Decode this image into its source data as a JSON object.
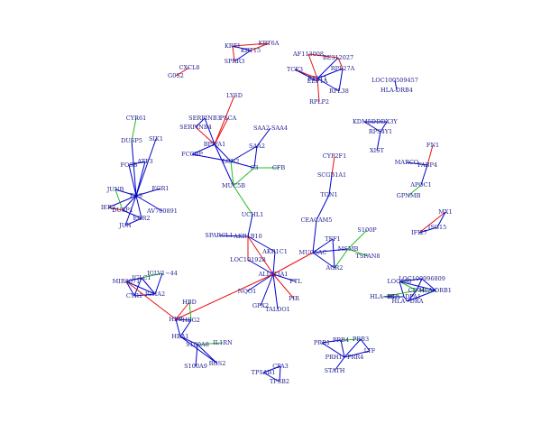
{
  "colors": {
    "blue": "#0000cc",
    "red": "#e81010",
    "green": "#22bb22",
    "label": "#1a1a8c"
  },
  "nodes": [
    {
      "id": "KRT1",
      "label": "KRT1"
    },
    {
      "id": "KRT6A",
      "label": "KRT6A"
    },
    {
      "id": "KRT15",
      "label": "KRT15"
    },
    {
      "id": "SPRR3",
      "label": "SPRR3"
    },
    {
      "id": "CXCL8",
      "label": "CXCL8"
    },
    {
      "id": "G0S2",
      "label": "G0S2"
    },
    {
      "id": "AF113008",
      "label": "AF113008"
    },
    {
      "id": "BE312027",
      "label": "BE312027"
    },
    {
      "id": "TCF3",
      "label": "TCF3"
    },
    {
      "id": "RPL27A",
      "label": "RPL27A"
    },
    {
      "id": "RPL11",
      "label": "RPL11"
    },
    {
      "id": "EEF1A",
      "label": "EEF1A"
    },
    {
      "id": "RPL38",
      "label": "RPL38"
    },
    {
      "id": "RPLP2",
      "label": "RPLP2"
    },
    {
      "id": "LOC100509457",
      "label": "LOC100509457"
    },
    {
      "id": "HLA-DRB4",
      "label": "HLA-DRB4"
    },
    {
      "id": "LYSD",
      "label": "LYSD"
    },
    {
      "id": "SERPINB3",
      "label": "SERPINB3"
    },
    {
      "id": "PSCA",
      "label": "PSCA"
    },
    {
      "id": "SERPINB4",
      "label": "SERPINB4"
    },
    {
      "id": "BPIFA1",
      "label": "BPIFA1"
    },
    {
      "id": "FCGBP",
      "label": "FCGBP"
    },
    {
      "id": "LCN2",
      "label": "LCN2"
    },
    {
      "id": "SAA2",
      "label": "SAA2"
    },
    {
      "id": "SAA2-SAA4",
      "label": "SAA2  SAA4"
    },
    {
      "id": "C3",
      "label": "C3"
    },
    {
      "id": "CFB",
      "label": "CFB"
    },
    {
      "id": "MUC5B",
      "label": "MUC5B"
    },
    {
      "id": "CYR61",
      "label": "CYR61"
    },
    {
      "id": "DUSP5",
      "label": "DUSP5"
    },
    {
      "id": "SIK1",
      "label": "SIK1"
    },
    {
      "id": "FOSB",
      "label": "FOSB"
    },
    {
      "id": "ATF3",
      "label": "ATF3"
    },
    {
      "id": "JUNB",
      "label": "JUNB"
    },
    {
      "id": "FOS",
      "label": "FOS"
    },
    {
      "id": "EGR1",
      "label": "EGR1"
    },
    {
      "id": "IER2",
      "label": "IER2"
    },
    {
      "id": "DUSP1",
      "label": "DUSP1"
    },
    {
      "id": "AV700891",
      "label": "AV700891"
    },
    {
      "id": "EGR2",
      "label": "EGR2"
    },
    {
      "id": "JUN",
      "label": "JUN"
    },
    {
      "id": "KDM5D",
      "label": "KDM5D"
    },
    {
      "id": "DDX3Y",
      "label": "DDX3Y"
    },
    {
      "id": "RPS4Y1",
      "label": "RPS4Y1"
    },
    {
      "id": "XIST",
      "label": "XIST"
    },
    {
      "id": "CYP2F1",
      "label": "CYP2F1"
    },
    {
      "id": "SCGB1A1",
      "label": "SCGB1A1"
    },
    {
      "id": "TGN1",
      "label": "TGN1"
    },
    {
      "id": "CEACAM5",
      "label": "CEACAM5"
    },
    {
      "id": "FN1",
      "label": "FN1"
    },
    {
      "id": "MARCO",
      "label": "MARCO"
    },
    {
      "id": "FABP4",
      "label": "FABP4"
    },
    {
      "id": "APOC1",
      "label": "APOC1"
    },
    {
      "id": "GPNMB",
      "label": "GPNMB"
    },
    {
      "id": "UCHL1",
      "label": "UCHL1"
    },
    {
      "id": "SPARCL1",
      "label": "SPARCL1"
    },
    {
      "id": "AKR1B10",
      "label": "AKR1B10"
    },
    {
      "id": "AKR1C1",
      "label": "AKR1C1"
    },
    {
      "id": "LOC101928",
      "label": "LOC101928"
    },
    {
      "id": "ALDH3A1",
      "label": "ALDH3A1"
    },
    {
      "id": "NQO1",
      "label": "NQO1"
    },
    {
      "id": "GPX2",
      "label": "GPX2"
    },
    {
      "id": "TALDO1",
      "label": "TALDO1"
    },
    {
      "id": "PIR",
      "label": "PIR"
    },
    {
      "id": "FTL",
      "label": "FTL"
    },
    {
      "id": "TFF1",
      "label": "TFF1"
    },
    {
      "id": "S100P",
      "label": "S100P"
    },
    {
      "id": "MUC5AC",
      "label": "MUC5AC"
    },
    {
      "id": "MSMB",
      "label": "MSMB"
    },
    {
      "id": "TSPAN8",
      "label": "TSPAN8"
    },
    {
      "id": "AGR2",
      "label": "AGR2"
    },
    {
      "id": "MX1",
      "label": "MX1"
    },
    {
      "id": "IFI27",
      "label": "IFI27"
    },
    {
      "id": "ISG15",
      "label": "ISG15"
    },
    {
      "id": "MIR8071",
      "label": "MIR8071"
    },
    {
      "id": "IGLC1",
      "label": "IGLC1"
    },
    {
      "id": "IGLV1-44",
      "label": "IGLV1−44"
    },
    {
      "id": "CYR1",
      "label": "CYR1"
    },
    {
      "id": "IGHA2",
      "label": "IGHA2"
    },
    {
      "id": "HBD",
      "label": "HBD"
    },
    {
      "id": "HBB",
      "label": "HBB"
    },
    {
      "id": "HBG2",
      "label": "HBG2"
    },
    {
      "id": "HBA1",
      "label": "HBA1"
    },
    {
      "id": "S100A8",
      "label": "S100A8"
    },
    {
      "id": "IL1RN",
      "label": "IL1RN"
    },
    {
      "id": "RGS2",
      "label": "RGS2"
    },
    {
      "id": "S100A9",
      "label": "S100A9"
    },
    {
      "id": "LOC100996809",
      "label": "LOC100996809"
    },
    {
      "id": "LOC100",
      "label": "LOC100"
    },
    {
      "id": "HLA-DRB1",
      "label": "HLA-DRB1"
    },
    {
      "id": "CD74",
      "label": "CD74"
    },
    {
      "id": "HLA-DPA1",
      "label": "HLA−DPA1"
    },
    {
      "id": "HLA-DRA",
      "label": "HLA−DRA"
    },
    {
      "id": "HLA-DP",
      "label": "HLA−DP"
    },
    {
      "id": "PRB4",
      "label": "PRB4"
    },
    {
      "id": "PRB3",
      "label": "PRB3"
    },
    {
      "id": "PRB1",
      "label": "PRB1"
    },
    {
      "id": "PRH1-PRR4",
      "label": "PRH1−PRR4"
    },
    {
      "id": "LTF",
      "label": "LTF"
    },
    {
      "id": "STATH",
      "label": "STATH"
    },
    {
      "id": "CPA3",
      "label": "CPA3"
    },
    {
      "id": "TPSAB1",
      "label": "TPSAB1"
    },
    {
      "id": "TPSB2",
      "label": "TPSB2"
    }
  ],
  "edges": [
    [
      "KRT1",
      "KRT6A",
      "red"
    ],
    [
      "KRT1",
      "KRT15",
      "blue"
    ],
    [
      "KRT1",
      "SPRR3",
      "red"
    ],
    [
      "KRT6A",
      "KRT15",
      "red"
    ],
    [
      "KRT15",
      "SPRR3",
      "blue"
    ],
    [
      "CXCL8",
      "G0S2",
      "red"
    ],
    [
      "AF113008",
      "RPL11",
      "red"
    ],
    [
      "BE312027",
      "RPL11",
      "blue"
    ],
    [
      "TCF3",
      "RPL11",
      "red"
    ],
    [
      "RPL27A",
      "RPL11",
      "blue"
    ],
    [
      "EEF1A",
      "RPL11",
      "blue"
    ],
    [
      "RPL38",
      "RPL11",
      "blue"
    ],
    [
      "RPLP2",
      "RPL11",
      "red"
    ],
    [
      "AF113008",
      "BE312027",
      "red"
    ],
    [
      "BE312027",
      "RPL27A",
      "red"
    ],
    [
      "TCF3",
      "EEF1A",
      "blue"
    ],
    [
      "RPL27A",
      "RPL38",
      "blue"
    ],
    [
      "LOC100509457",
      "HLA-DRB4",
      "blue"
    ],
    [
      "LYSD",
      "BPIFA1",
      "red"
    ],
    [
      "SERPINB3",
      "BPIFA1",
      "blue"
    ],
    [
      "PSCA",
      "BPIFA1",
      "red"
    ],
    [
      "SERPINB4",
      "BPIFA1",
      "red"
    ],
    [
      "SERPINB3",
      "SERPINB4",
      "blue"
    ],
    [
      "BPIFA1",
      "FCGBP",
      "blue"
    ],
    [
      "BPIFA1",
      "LCN2",
      "blue"
    ],
    [
      "BPIFA1",
      "MUC5B",
      "blue"
    ],
    [
      "FCGBP",
      "LCN2",
      "blue"
    ],
    [
      "LCN2",
      "C3",
      "blue"
    ],
    [
      "LCN2",
      "MUC5B",
      "green"
    ],
    [
      "C3",
      "MUC5B",
      "green"
    ],
    [
      "SAA2",
      "C3",
      "blue"
    ],
    [
      "SAA2-SAA4",
      "SAA2",
      "blue"
    ],
    [
      "SAA2",
      "LCN2",
      "blue"
    ],
    [
      "C3",
      "CFB",
      "green"
    ],
    [
      "MUC5B",
      "UCHL1",
      "green"
    ],
    [
      "CYR61",
      "DUSP5",
      "green"
    ],
    [
      "DUSP5",
      "FOS",
      "blue"
    ],
    [
      "SIK1",
      "FOS",
      "blue"
    ],
    [
      "FOSB",
      "FOS",
      "blue"
    ],
    [
      "ATF3",
      "FOS",
      "blue"
    ],
    [
      "JUNB",
      "FOS",
      "blue"
    ],
    [
      "EGR1",
      "FOS",
      "blue"
    ],
    [
      "IER2",
      "FOS",
      "blue"
    ],
    [
      "DUSP1",
      "FOS",
      "blue"
    ],
    [
      "AV700891",
      "FOS",
      "blue"
    ],
    [
      "EGR2",
      "FOS",
      "blue"
    ],
    [
      "JUN",
      "FOS",
      "blue"
    ],
    [
      "JUNB",
      "DUSP1",
      "green"
    ],
    [
      "IER2",
      "DUSP1",
      "red"
    ],
    [
      "FOSB",
      "ATF3",
      "blue"
    ],
    [
      "JUN",
      "EGR2",
      "blue"
    ],
    [
      "DUSP1",
      "EGR2",
      "blue"
    ],
    [
      "KDM5D",
      "RPS4Y1",
      "blue"
    ],
    [
      "DDX3Y",
      "RPS4Y1",
      "blue"
    ],
    [
      "RPS4Y1",
      "XIST",
      "blue"
    ],
    [
      "KDM5D",
      "DDX3Y",
      "blue"
    ],
    [
      "CYP2F1",
      "SCGB1A1",
      "red"
    ],
    [
      "SCGB1A1",
      "TGN1",
      "blue"
    ],
    [
      "TGN1",
      "CEACAM5",
      "blue"
    ],
    [
      "CEACAM5",
      "MUC5AC",
      "blue"
    ],
    [
      "FN1",
      "FABP4",
      "red"
    ],
    [
      "MARCO",
      "FABP4",
      "blue"
    ],
    [
      "FABP4",
      "APOC1",
      "blue"
    ],
    [
      "APOC1",
      "GPNMB",
      "green"
    ],
    [
      "UCHL1",
      "AKR1B10",
      "blue"
    ],
    [
      "SPARCL1",
      "AKR1B10",
      "blue"
    ],
    [
      "AKR1B10",
      "AKR1C1",
      "blue"
    ],
    [
      "AKR1B10",
      "LOC101928",
      "blue"
    ],
    [
      "AKR1B10",
      "ALDH3A1",
      "red"
    ],
    [
      "AKR1C1",
      "ALDH3A1",
      "blue"
    ],
    [
      "LOC101928",
      "ALDH3A1",
      "blue"
    ],
    [
      "ALDH3A1",
      "NQO1",
      "blue"
    ],
    [
      "ALDH3A1",
      "GPX2",
      "blue"
    ],
    [
      "ALDH3A1",
      "TALDO1",
      "blue"
    ],
    [
      "ALDH3A1",
      "PIR",
      "red"
    ],
    [
      "ALDH3A1",
      "FTL",
      "blue"
    ],
    [
      "ALDH3A1",
      "MUC5AC",
      "red"
    ],
    [
      "ALDH3A1",
      "HBB",
      "red"
    ],
    [
      "AKR1B10",
      "LOC101928",
      "red"
    ],
    [
      "TFF1",
      "MUC5AC",
      "blue"
    ],
    [
      "S100P",
      "MSMB",
      "green"
    ],
    [
      "MUC5AC",
      "MSMB",
      "blue"
    ],
    [
      "MSMB",
      "TSPAN8",
      "green"
    ],
    [
      "MUC5AC",
      "AGR2",
      "blue"
    ],
    [
      "AGR2",
      "MSMB",
      "green"
    ],
    [
      "TFF1",
      "AGR2",
      "blue"
    ],
    [
      "MX1",
      "IFI27",
      "red"
    ],
    [
      "MX1",
      "ISG15",
      "blue"
    ],
    [
      "IFI27",
      "ISG15",
      "blue"
    ],
    [
      "MIR8071",
      "IGLC1",
      "blue"
    ],
    [
      "IGLC1",
      "IGLV1-44",
      "green"
    ],
    [
      "MIR8071",
      "IGHA2",
      "blue"
    ],
    [
      "IGLC1",
      "IGHA2",
      "blue"
    ],
    [
      "IGLC1",
      "CYR1",
      "blue"
    ],
    [
      "MIR8071",
      "CYR1",
      "blue"
    ],
    [
      "IGLV1-44",
      "IGHA2",
      "blue"
    ],
    [
      "CYR1",
      "IGHA2",
      "blue"
    ],
    [
      "MIR8071",
      "HBB",
      "red"
    ],
    [
      "HBD",
      "HBB",
      "red"
    ],
    [
      "HBD",
      "HBG2",
      "green"
    ],
    [
      "HBB",
      "HBG2",
      "blue"
    ],
    [
      "HBB",
      "HBA1",
      "blue"
    ],
    [
      "HBG2",
      "HBA1",
      "blue"
    ],
    [
      "HBA1",
      "S100A8",
      "blue"
    ],
    [
      "S100A8",
      "IL1RN",
      "green"
    ],
    [
      "S100A8",
      "RGS2",
      "blue"
    ],
    [
      "S100A8",
      "S100A9",
      "blue"
    ],
    [
      "HBA1",
      "RGS2",
      "blue"
    ],
    [
      "LOC100996809",
      "LOC100",
      "blue"
    ],
    [
      "LOC100996809",
      "HLA-DRB1",
      "blue"
    ],
    [
      "LOC100",
      "CD74",
      "green"
    ],
    [
      "LOC100",
      "HLA-DPA1",
      "blue"
    ],
    [
      "HLA-DRB1",
      "CD74",
      "green"
    ],
    [
      "CD74",
      "HLA-DRA",
      "blue"
    ],
    [
      "HLA-DPA1",
      "HLA-DRA",
      "blue"
    ],
    [
      "LOC100",
      "HLA-DRB1",
      "blue"
    ],
    [
      "HLA-DP",
      "HLA-DPA1",
      "blue"
    ],
    [
      "LOC100996809",
      "CD74",
      "blue"
    ],
    [
      "HLA-DP",
      "CD74",
      "green"
    ],
    [
      "HLA-DRA",
      "HLA-DRB1",
      "blue"
    ],
    [
      "PRB4",
      "PRB3",
      "green"
    ],
    [
      "PRB1",
      "PRB4",
      "blue"
    ],
    [
      "PRB4",
      "PRH1-PRR4",
      "blue"
    ],
    [
      "PRB3",
      "PRH1-PRR4",
      "blue"
    ],
    [
      "PRB3",
      "LTF",
      "blue"
    ],
    [
      "PRH1-PRR4",
      "LTF",
      "blue"
    ],
    [
      "PRH1-PRR4",
      "STATH",
      "blue"
    ],
    [
      "PRB1",
      "PRH1-PRR4",
      "blue"
    ],
    [
      "CPA3",
      "TPSAB1",
      "blue"
    ],
    [
      "CPA3",
      "TPSB2",
      "blue"
    ],
    [
      "TPSAB1",
      "TPSB2",
      "blue"
    ]
  ]
}
